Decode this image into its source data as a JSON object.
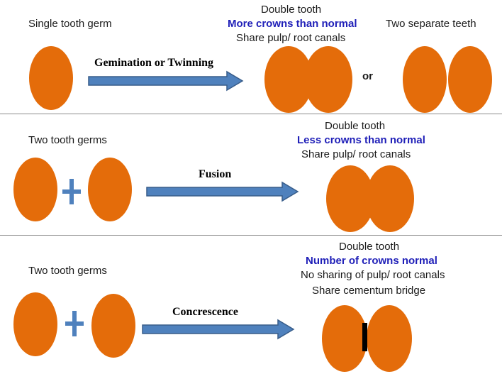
{
  "colors": {
    "tooth": "#e46c0a",
    "arrow": "#4f81bd",
    "arrow_border": "#385d8a",
    "plus": "#4f81bd",
    "blue_text": "#1f1fb8"
  },
  "row1": {
    "left_label": "Single tooth germ",
    "process": "Gemination or Twinning",
    "result_title": "Double tooth",
    "result_emphasis": "More crowns than normal",
    "result_note": "Share pulp/ root canals",
    "or_label": "or",
    "alt_label": "Two separate teeth"
  },
  "row2": {
    "left_label": "Two tooth  germs",
    "process": "Fusion",
    "result_title": "Double tooth",
    "result_emphasis": "Less crowns than normal",
    "result_note": "Share pulp/ root canals"
  },
  "row3": {
    "left_label": "Two tooth  germs",
    "process": "Concrescence",
    "result_title": "Double tooth",
    "result_emphasis": "Number of crowns normal",
    "result_note_1": "No sharing of pulp/ root canals",
    "result_note_2": "Share cementum bridge"
  }
}
